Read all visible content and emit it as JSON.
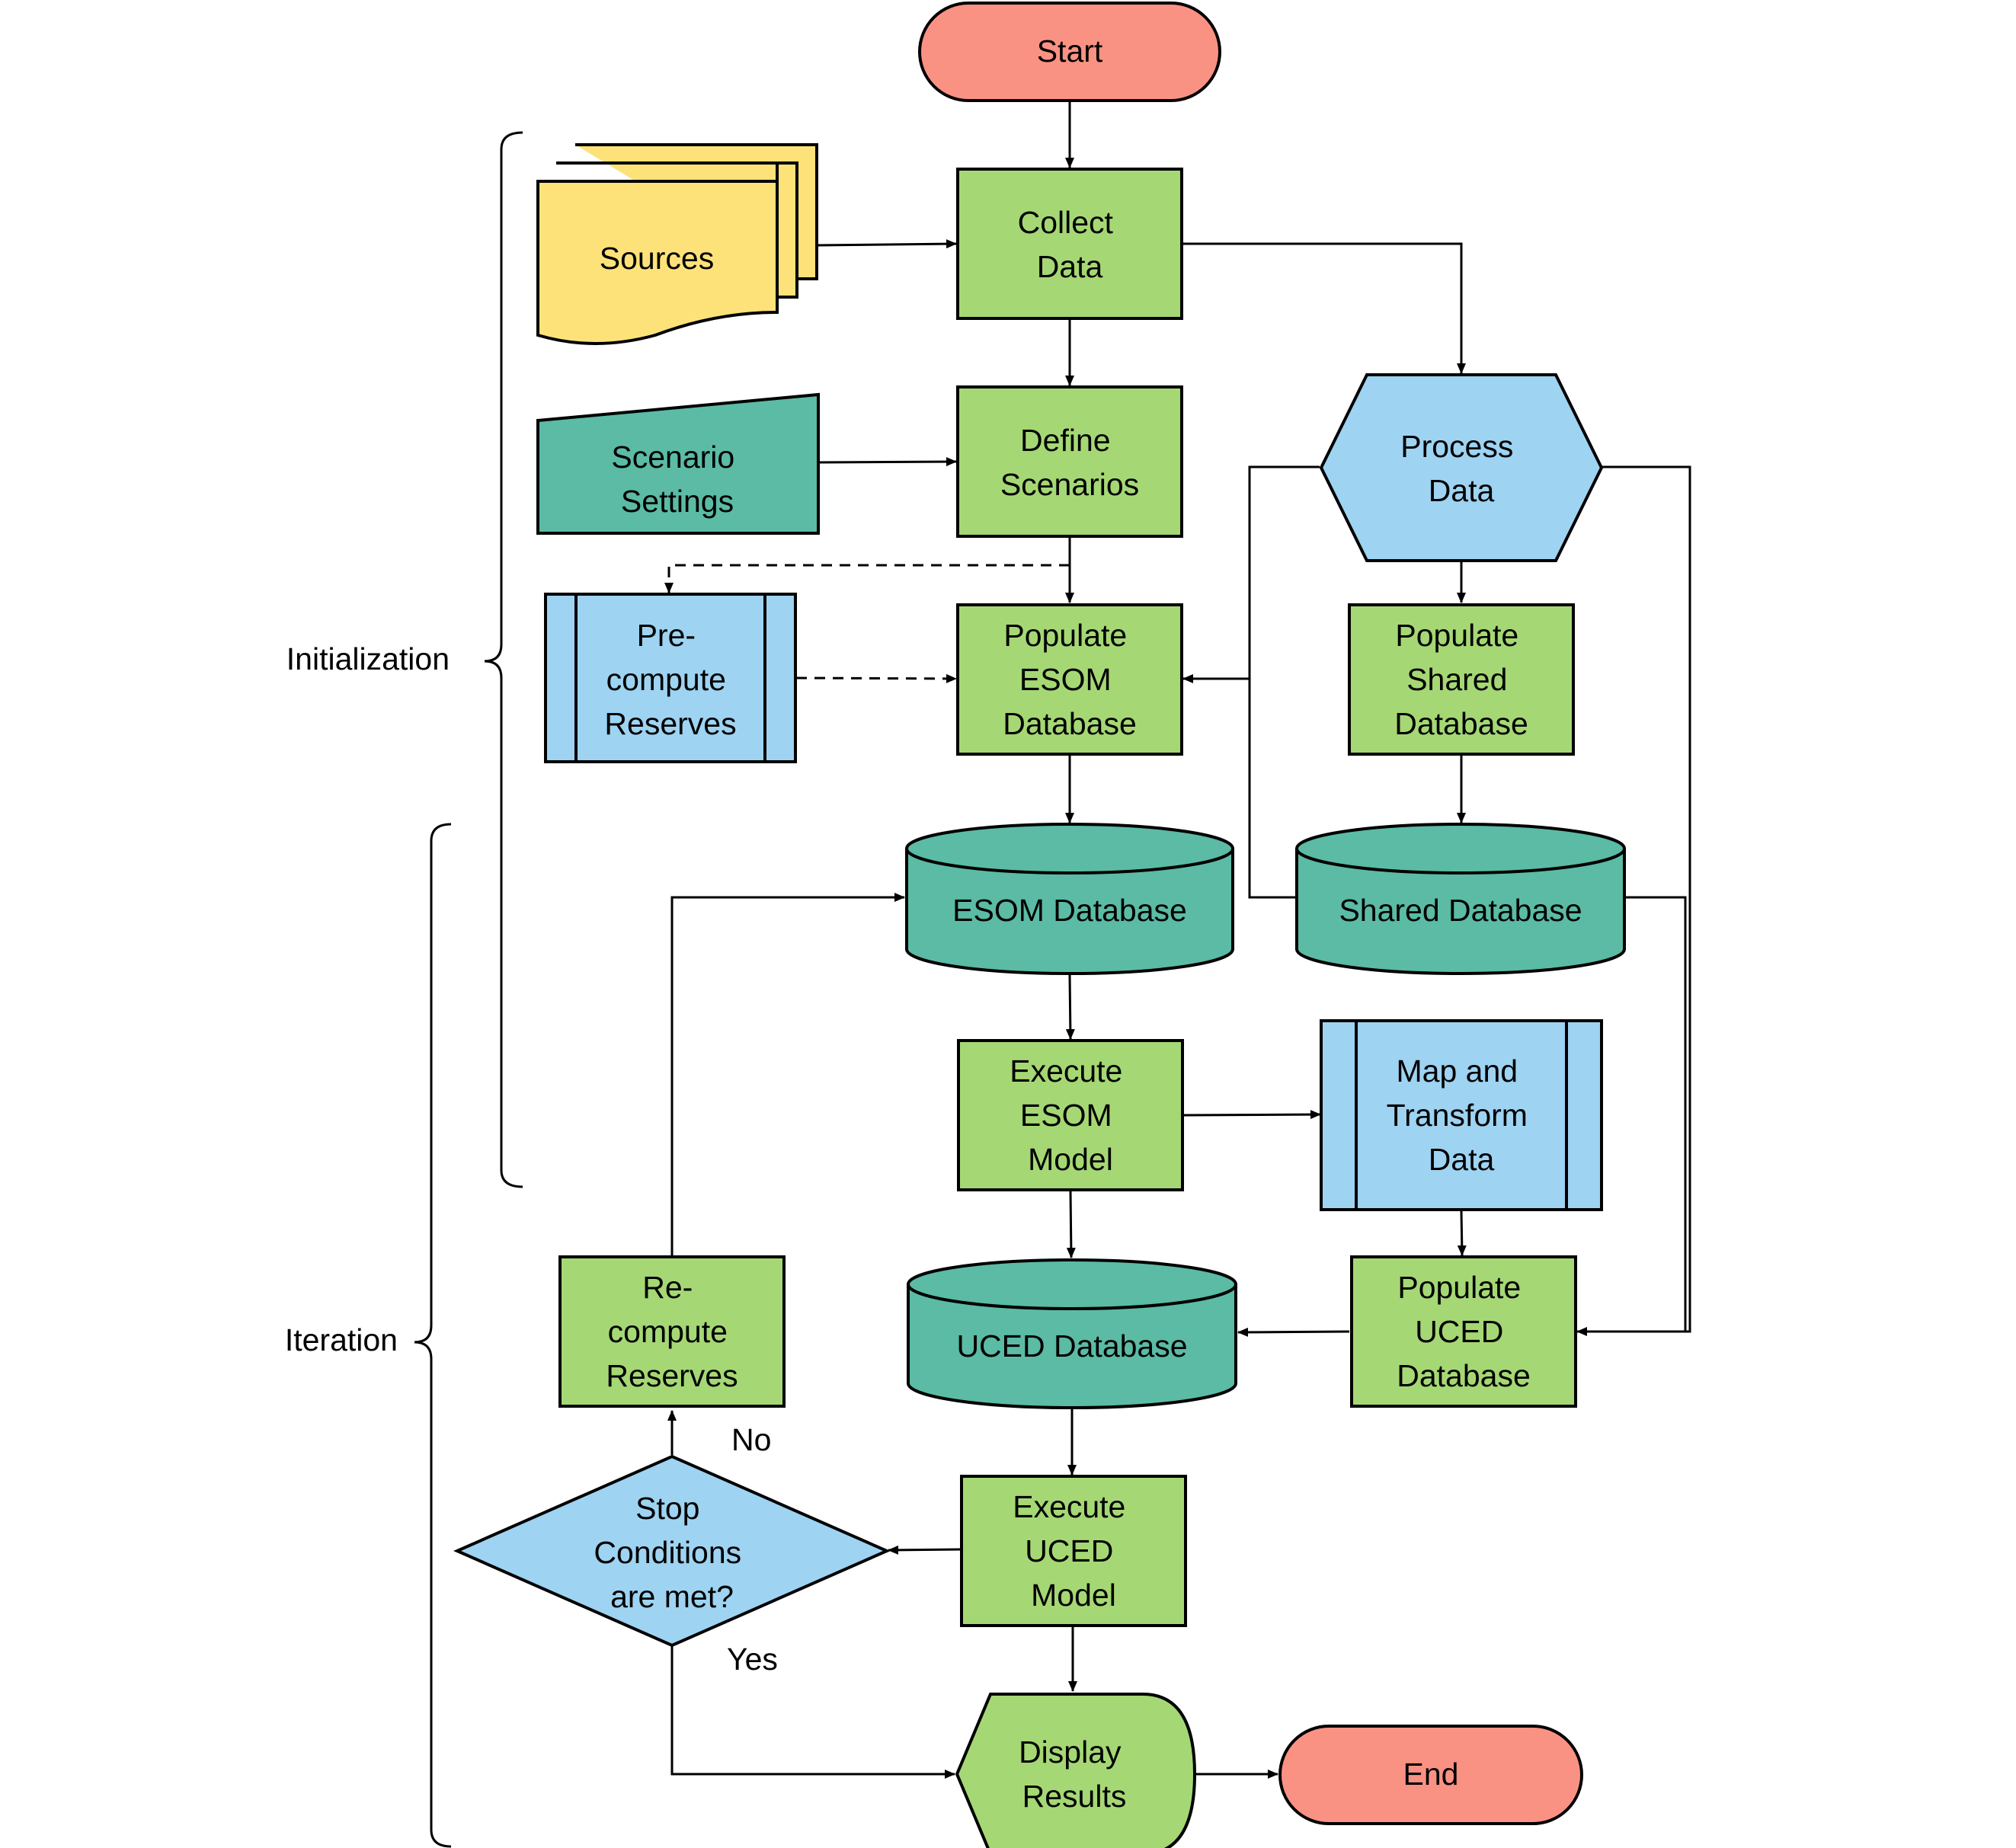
{
  "colors": {
    "terminal": "#fa9283",
    "process": "#a5d874",
    "decision": "#9ed3f2",
    "database": "#5bbba5",
    "document": "#fde27a",
    "line": "#000000"
  },
  "phases": {
    "initialization": "Initialization",
    "iteration": "Iteration"
  },
  "nodes": {
    "start": "Start",
    "sources": "Sources",
    "collect": [
      "Collect",
      "Data"
    ],
    "scenario_settings": [
      "Scenario",
      "Settings"
    ],
    "define": [
      "Define",
      "Scenarios"
    ],
    "process_data": [
      "Process",
      "Data"
    ],
    "precompute": [
      "Pre-",
      "compute",
      "Reserves"
    ],
    "populate_esom": [
      "Populate",
      "ESOM",
      "Database"
    ],
    "populate_shared": [
      "Populate",
      "Shared",
      "Database"
    ],
    "esom_db": "ESOM Database",
    "shared_db": "Shared Database",
    "execute_esom": [
      "Execute",
      "ESOM",
      "Model"
    ],
    "map_transform": [
      "Map and",
      "Transform",
      "Data"
    ],
    "recompute": [
      "Re-",
      "compute",
      "Reserves"
    ],
    "uced_db": "UCED Database",
    "populate_uced": [
      "Populate",
      "UCED",
      "Database"
    ],
    "stop": [
      "Stop",
      "Conditions",
      "are met?"
    ],
    "execute_uced": [
      "Execute",
      "UCED",
      "Model"
    ],
    "display": [
      "Display",
      "Results"
    ],
    "end": "End"
  },
  "edge_labels": {
    "no": "No",
    "yes": "Yes"
  }
}
